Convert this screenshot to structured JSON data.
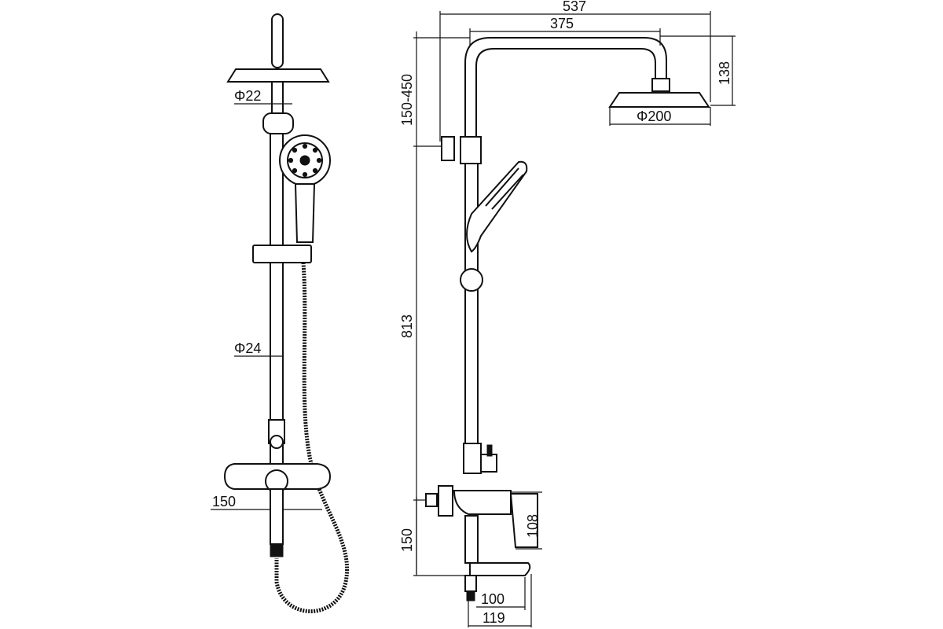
{
  "dimensions": {
    "overall_width": "537",
    "arm_length": "375",
    "head_height": "138",
    "head_diameter": "Φ200",
    "adjust_range": "150-450",
    "column_height": "813",
    "mixer_height": "108",
    "spout_height": "150",
    "spout_reach": "100",
    "spout_total": "119",
    "top_pipe_diameter": "Φ22",
    "lower_pipe_diameter": "Φ24",
    "mixer_width": "150"
  },
  "icons": {
    "front_view": "shower-column-front-view-icon",
    "side_view": "shower-column-side-view-icon"
  }
}
